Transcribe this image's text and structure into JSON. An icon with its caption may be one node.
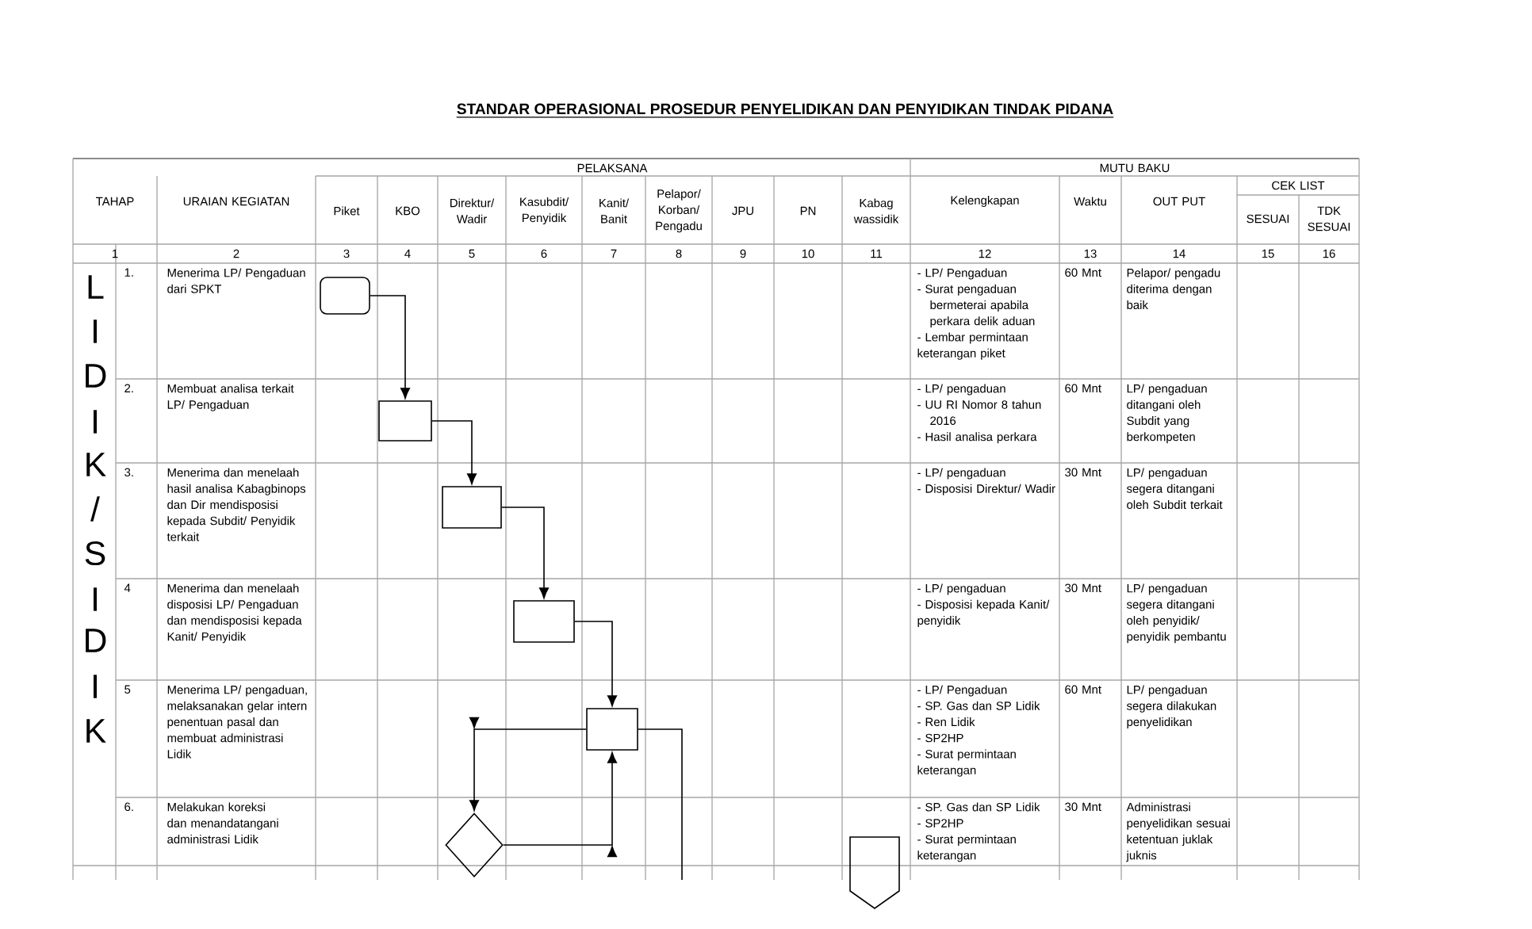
{
  "diagram": {
    "title": "STANDAR OPERASIONAL PROSEDUR  PENYELIDIKAN DAN PENYIDIKAN  TINDAK PIDANA",
    "nodes": [
      {
        "text": [],
        "shape": "rounded"
      },
      {
        "text": [],
        "shape": "box"
      },
      {
        "text": [],
        "shape": "box"
      },
      {
        "text": [],
        "shape": "box"
      },
      {
        "text": [],
        "shape": "box"
      },
      {
        "text": [],
        "shape": "diamond"
      },
      {
        "text": [],
        "shape": "pentagon"
      }
    ],
    "edges": [
      {
        "from": 0,
        "to": 1,
        "arrow": "to"
      },
      {
        "from": 1,
        "to": 2,
        "arrow": "to"
      },
      {
        "from": 2,
        "to": 3,
        "arrow": "to"
      },
      {
        "from": 3,
        "to": 4,
        "arrow": "to"
      },
      {
        "from": 4,
        "to": 5,
        "arrow": "to"
      },
      {
        "from": 5,
        "to": 4,
        "arrow": "to"
      },
      {
        "from": 4,
        "to": null,
        "arrow": "none"
      }
    ],
    "labels": [
      "PELAKSANA",
      "MUTU BAKU",
      "TAHAP",
      "URAIAN KEGIATAN",
      "Piket",
      "KBO",
      "Direktur/ Wadir",
      "Kasubdit/ Penyidik",
      "Kanit/ Banit",
      "Pelapor/ Korban/ Pengadu",
      "JPU",
      "PN",
      "Kabag wassidik",
      "Kelengkapan",
      "Waktu",
      "OUT PUT",
      "CEK LIST",
      "SESUAI",
      "TDK SESUAI",
      "1",
      "2",
      "3",
      "4",
      "5",
      "6",
      "7",
      "8",
      "9",
      "10",
      "11",
      "12",
      "13",
      "14",
      "15",
      "16",
      "L",
      "I",
      "D",
      "I",
      "K",
      "/",
      "S",
      "I",
      "D",
      "I",
      "K",
      "1.",
      "Menerima LP/ Pengaduan dari SPKT",
      "- LP/ Pengaduan",
      "- Surat pengaduan bermeterai apabila perkara delik aduan",
      "- Lembar permintaan keterangan piket",
      "60 Mnt",
      "Pelapor/ pengadu diterima dengan baik",
      "2.",
      "Membuat analisa terkait LP/ Pengaduan",
      "- LP/ pengaduan",
      "- UU RI Nomor 8 tahun 2016",
      "- Hasil analisa perkara",
      "60 Mnt",
      "LP/ pengaduan ditangani oleh Subdit yang berkompeten",
      "3.",
      "Menerima dan menelaah hasil analisa Kabagbinops dan Dir mendisposisi kepada Subdit/ Penyidik terkait",
      "- LP/ pengaduan",
      "- Disposisi Direktur/ Wadir",
      "30 Mnt",
      "LP/ pengaduan segera ditangani oleh Subdit terkait",
      "4",
      "Menerima dan menelaah disposisi LP/ Pengaduan dan mendisposisi kepada Kanit/ Penyidik",
      "- LP/ pengaduan",
      "- Disposisi kepada Kanit/ penyidik",
      "30 Mnt",
      "LP/ pengaduan segera ditangani oleh penyidik/ penyidik pembantu",
      "5",
      "Menerima LP/ pengaduan, melaksanakan gelar intern penentuan pasal dan membuat administrasi Lidik",
      "- LP/ Pengaduan",
      "- SP. Gas dan SP Lidik",
      "- Ren Lidik",
      "- SP2HP",
      "- Surat permintaan keterangan",
      "60 Mnt",
      "LP/ pengaduan segera dilakukan penyelidikan",
      "6.",
      "Melakukan koreksi dan menandatangani administrasi Lidik",
      "- SP. Gas dan SP Lidik",
      "- SP2HP",
      "- Surat permintaan keterangan",
      "30 Mnt",
      "Administrasi penyelidikan sesuai ketentuan juklak juknis"
    ]
  }
}
